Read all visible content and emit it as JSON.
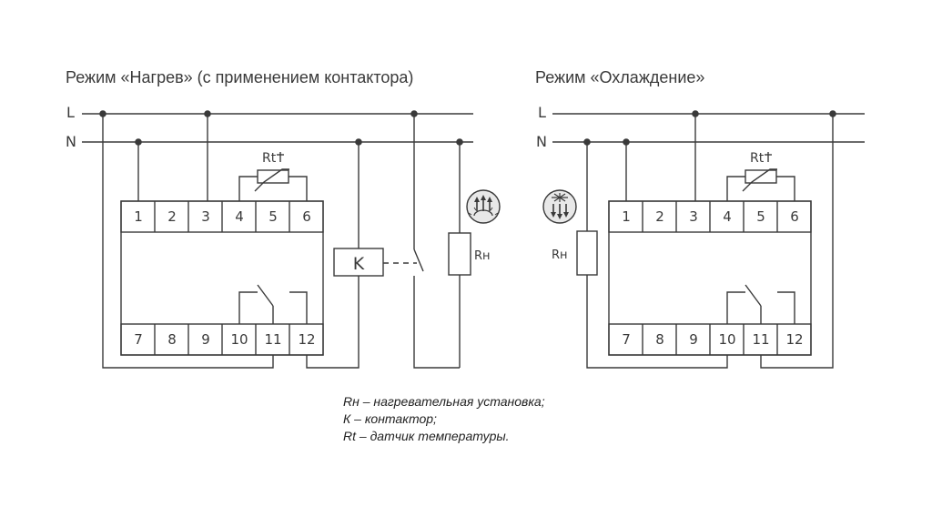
{
  "heating": {
    "title": "Режим «Нагрев» (с применением контактора)",
    "rail_l": "L",
    "rail_n": "N",
    "terminals_top": [
      "1",
      "2",
      "3",
      "4",
      "5",
      "6"
    ],
    "terminals_bottom": [
      "7",
      "8",
      "9",
      "10",
      "11",
      "12"
    ],
    "sensor_label": "Rt",
    "contactor_label": "K",
    "heater_label": "Rн"
  },
  "cooling": {
    "title": "Режим «Охлаждение»",
    "rail_l": "L",
    "rail_n": "N",
    "terminals_top": [
      "1",
      "2",
      "3",
      "4",
      "5",
      "6"
    ],
    "terminals_bottom": [
      "7",
      "8",
      "9",
      "10",
      "11",
      "12"
    ],
    "sensor_label": "Rt",
    "heater_label": "Rн"
  },
  "legend": [
    "Rн – нагревательная установка;",
    "К – контактор;",
    "Rt – датчик температуры."
  ]
}
